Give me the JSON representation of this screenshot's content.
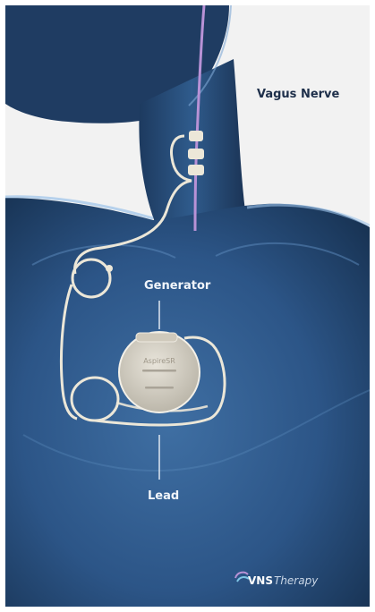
{
  "image": {
    "labels": {
      "vagus_nerve": "Vagus Nerve",
      "generator": "Generator",
      "lead": "Lead"
    },
    "device_text": {
      "brand": "AspireSR"
    },
    "logo": {
      "name": "VNS",
      "suffix": "Therapy",
      "icon": "vns-logo-mark"
    },
    "colors": {
      "body": "#2b4f7e",
      "background": "#f4f4f4",
      "nerve": "#b892d6",
      "lead_wire": "#ece7d8",
      "generator": "#d9d4c8",
      "label_light": "#f1f5fa",
      "label_dark": "#1e2f4a"
    }
  }
}
